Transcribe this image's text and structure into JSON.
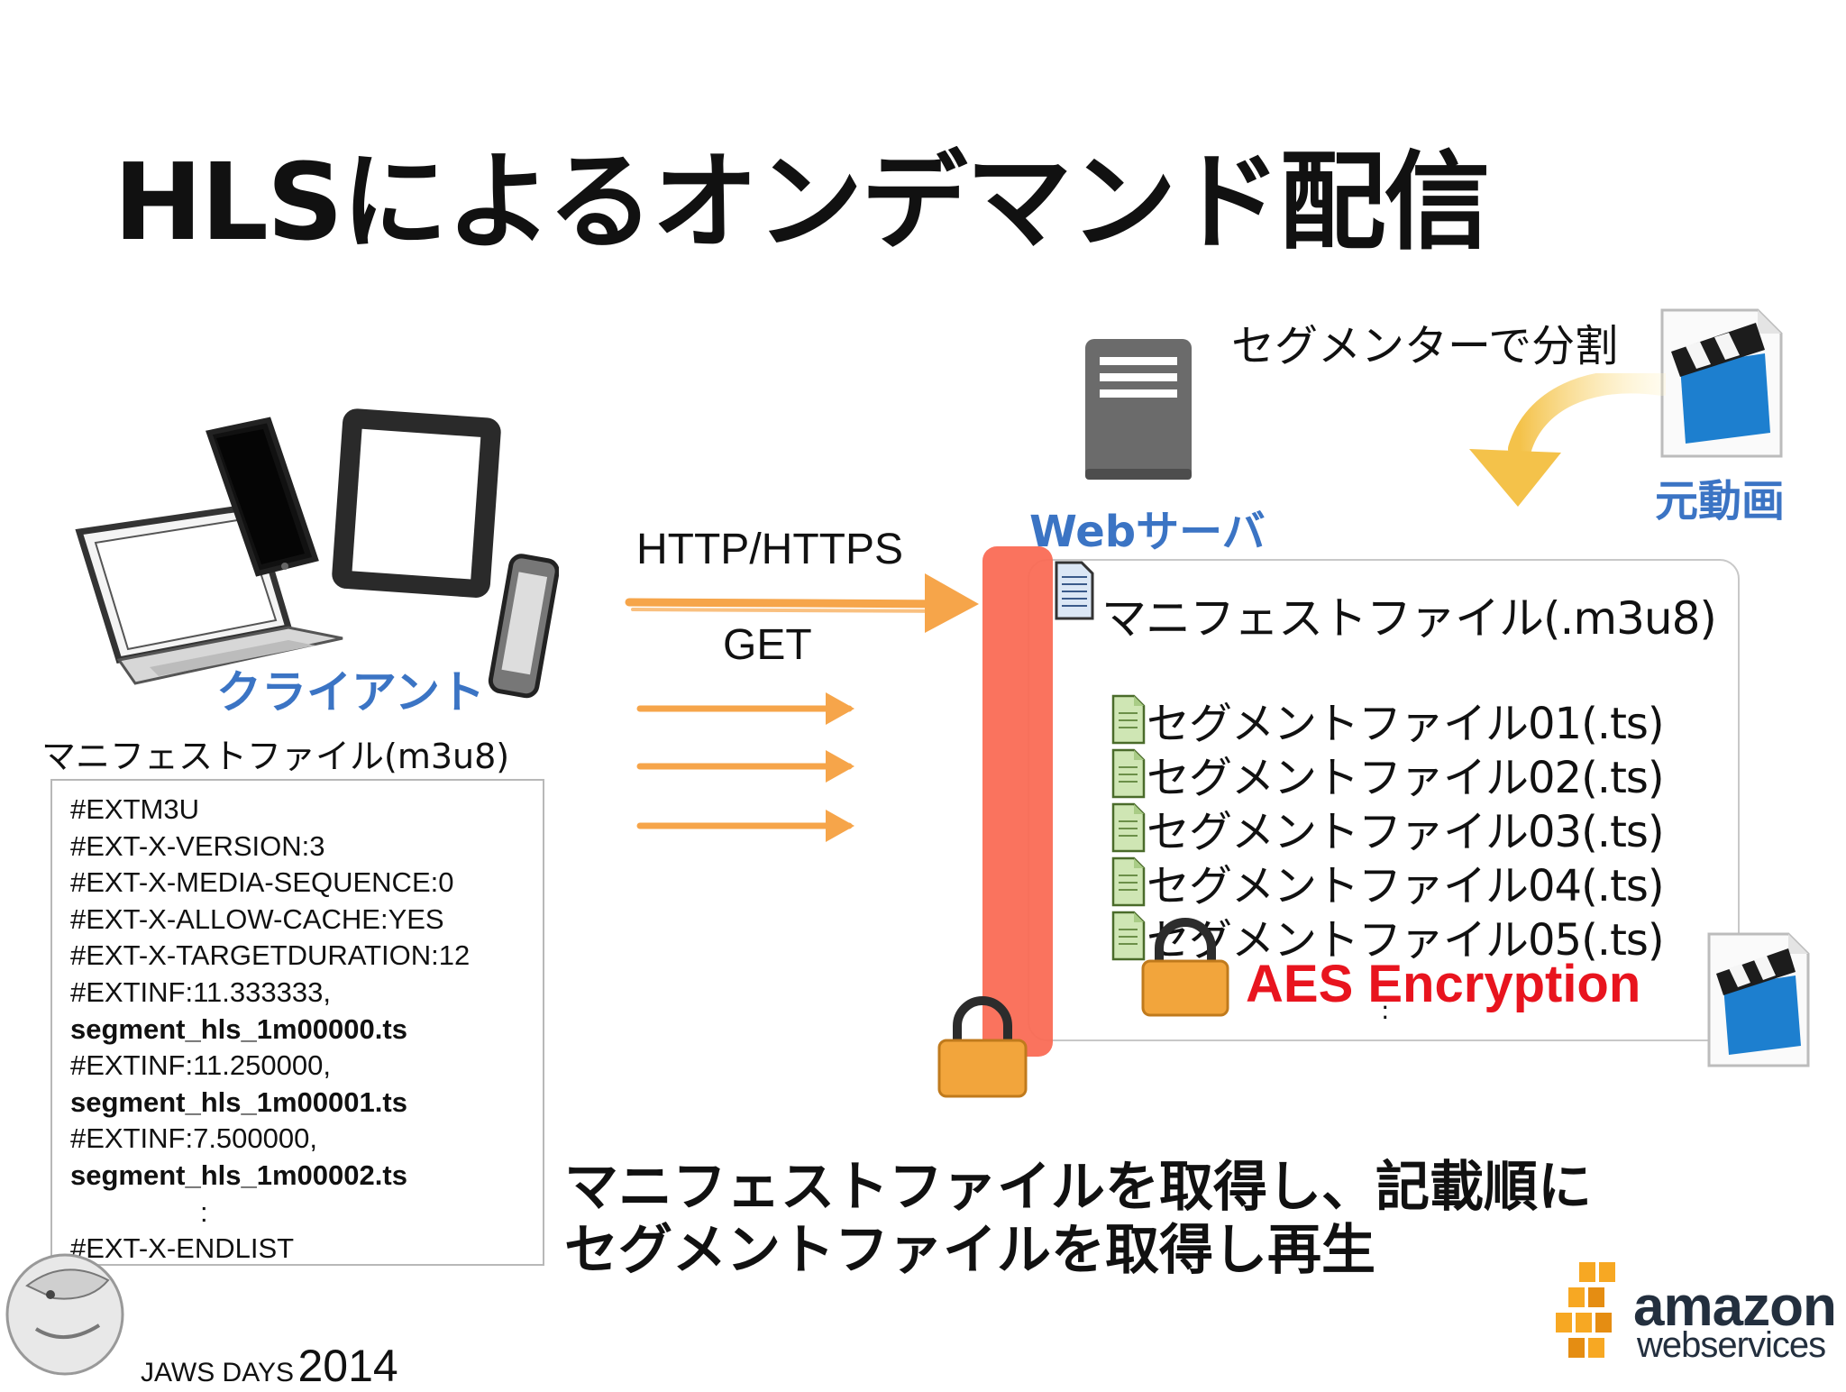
{
  "slide": {
    "title": "HLSによるオンデマンド配信"
  },
  "client": {
    "label": "クライアント",
    "manifest_title": "マニフェストファイル(m3u8)",
    "manifest_lines": [
      {
        "text": "#EXTM3U",
        "bold": false
      },
      {
        "text": "#EXT-X-VERSION:3",
        "bold": false
      },
      {
        "text": "#EXT-X-MEDIA-SEQUENCE:0",
        "bold": false
      },
      {
        "text": "#EXT-X-ALLOW-CACHE:YES",
        "bold": false
      },
      {
        "text": "#EXT-X-TARGETDURATION:12",
        "bold": false
      },
      {
        "text": "#EXTINF:11.333333,",
        "bold": false
      },
      {
        "text": "segment_hls_1m00000.ts",
        "bold": true
      },
      {
        "text": "#EXTINF:11.250000,",
        "bold": false
      },
      {
        "text": "segment_hls_1m00001.ts",
        "bold": true
      },
      {
        "text": "#EXTINF:7.500000,",
        "bold": false
      },
      {
        "text": "segment_hls_1m00002.ts",
        "bold": true
      },
      {
        "text": ":",
        "bold": false
      },
      {
        "text": "#EXT-X-ENDLIST",
        "bold": false
      }
    ]
  },
  "protocol": {
    "label": "HTTP/HTTPS",
    "method": "GET"
  },
  "server": {
    "label": "Webサーバ",
    "manifest_file": "マニフェストファイル(.m3u8)",
    "segments": [
      "セグメントファイル01(.ts)",
      "セグメントファイル02(.ts)",
      "セグメントファイル03(.ts)",
      "セグメントファイル04(.ts)",
      "セグメントファイル05(.ts)"
    ],
    "ellipsis": ":",
    "encryption": "AES Encryption"
  },
  "source": {
    "segmenter_label": "セグメンターで分割",
    "original_label": "元動画"
  },
  "summary": {
    "line1": "マニフェストファイルを取得し、記載順に",
    "line2": "セグメントファイルを取得し再生"
  },
  "footer": {
    "event_name": "JAWS DAYS",
    "event_year": "2014",
    "brand_main": "amazon",
    "brand_sub": "webservices"
  },
  "colors": {
    "accent_blue": "#3b74c4",
    "arrow_orange": "#f6a54a",
    "red_bar": "#fa6b55",
    "aes_red": "#e8141e",
    "lock_orange": "#f2a53c",
    "aws_orange": "#f7a823"
  }
}
